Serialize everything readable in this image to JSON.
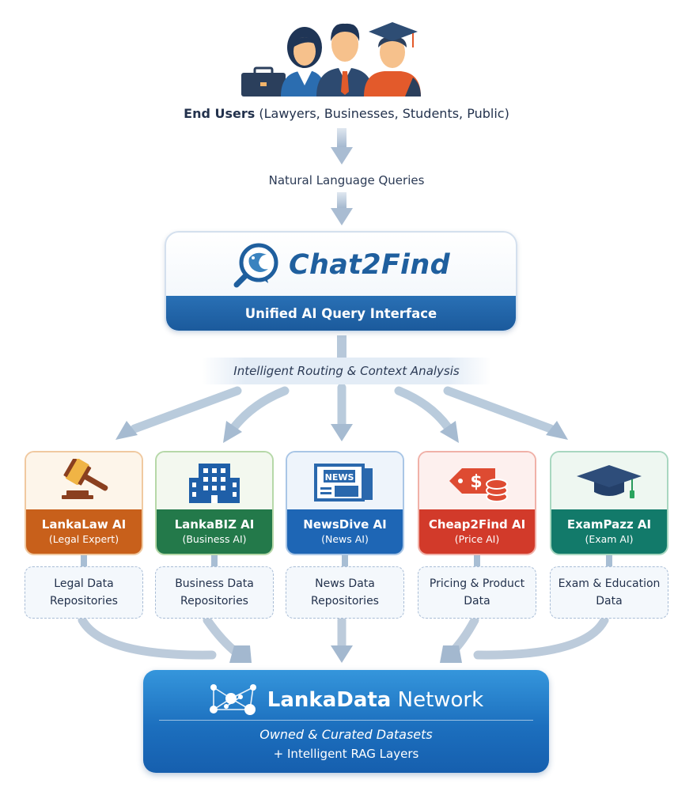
{
  "users": {
    "label_bold": "End Users",
    "label_rest": " (Lawyers, Businesses, Students, Public)",
    "icons": [
      "briefcase-icon",
      "businesswoman-icon",
      "businessman-icon",
      "student-graduate-icon"
    ]
  },
  "flow": {
    "query_label": "Natural Language Queries",
    "routing_label": "Intelligent Routing & Context Analysis"
  },
  "chat2find": {
    "title": "Chat2Find",
    "subtitle": "Unified AI Query Interface",
    "icon": "chat-search-icon",
    "accent": "#1f5f9e"
  },
  "agents": [
    {
      "name": "LankaLaw AI",
      "role": "(Legal Expert)",
      "icon": "gavel-icon",
      "repo": "Legal Data Repositories",
      "band_color": "#c8601b",
      "top_bg": "#fdf5ea",
      "border": "#f0c9a0"
    },
    {
      "name": "LankaBIZ AI",
      "role": "(Business AI)",
      "icon": "office-building-icon",
      "repo": "Business Data Repositories",
      "band_color": "#23794a",
      "top_bg": "#f3f8ef",
      "border": "#b6d8a8"
    },
    {
      "name": "NewsDive AI",
      "role": "(News AI)",
      "icon": "newspaper-icon",
      "repo": "News Data Repositories",
      "band_color": "#1e66b5",
      "top_bg": "#eef4fb",
      "border": "#a9c6e6"
    },
    {
      "name": "Cheap2Find AI",
      "role": "(Price AI)",
      "icon": "price-tag-coins-icon",
      "repo": "Pricing & Product Data",
      "band_color": "#d23a2a",
      "top_bg": "#fdf0ee",
      "border": "#f0b1a8"
    },
    {
      "name": "ExamPazz AI",
      "role": "(Exam AI)",
      "icon": "graduation-cap-icon",
      "repo": "Exam & Education Data",
      "band_color": "#127a6a",
      "top_bg": "#eef7f1",
      "border": "#a8d7c0"
    }
  ],
  "lankadata": {
    "title_bold": "LankaData",
    "title_rest": " Network",
    "line1": "Owned & Curated Datasets",
    "line2": "+ Intelligent RAG Layers",
    "icon": "network-nodes-icon"
  }
}
